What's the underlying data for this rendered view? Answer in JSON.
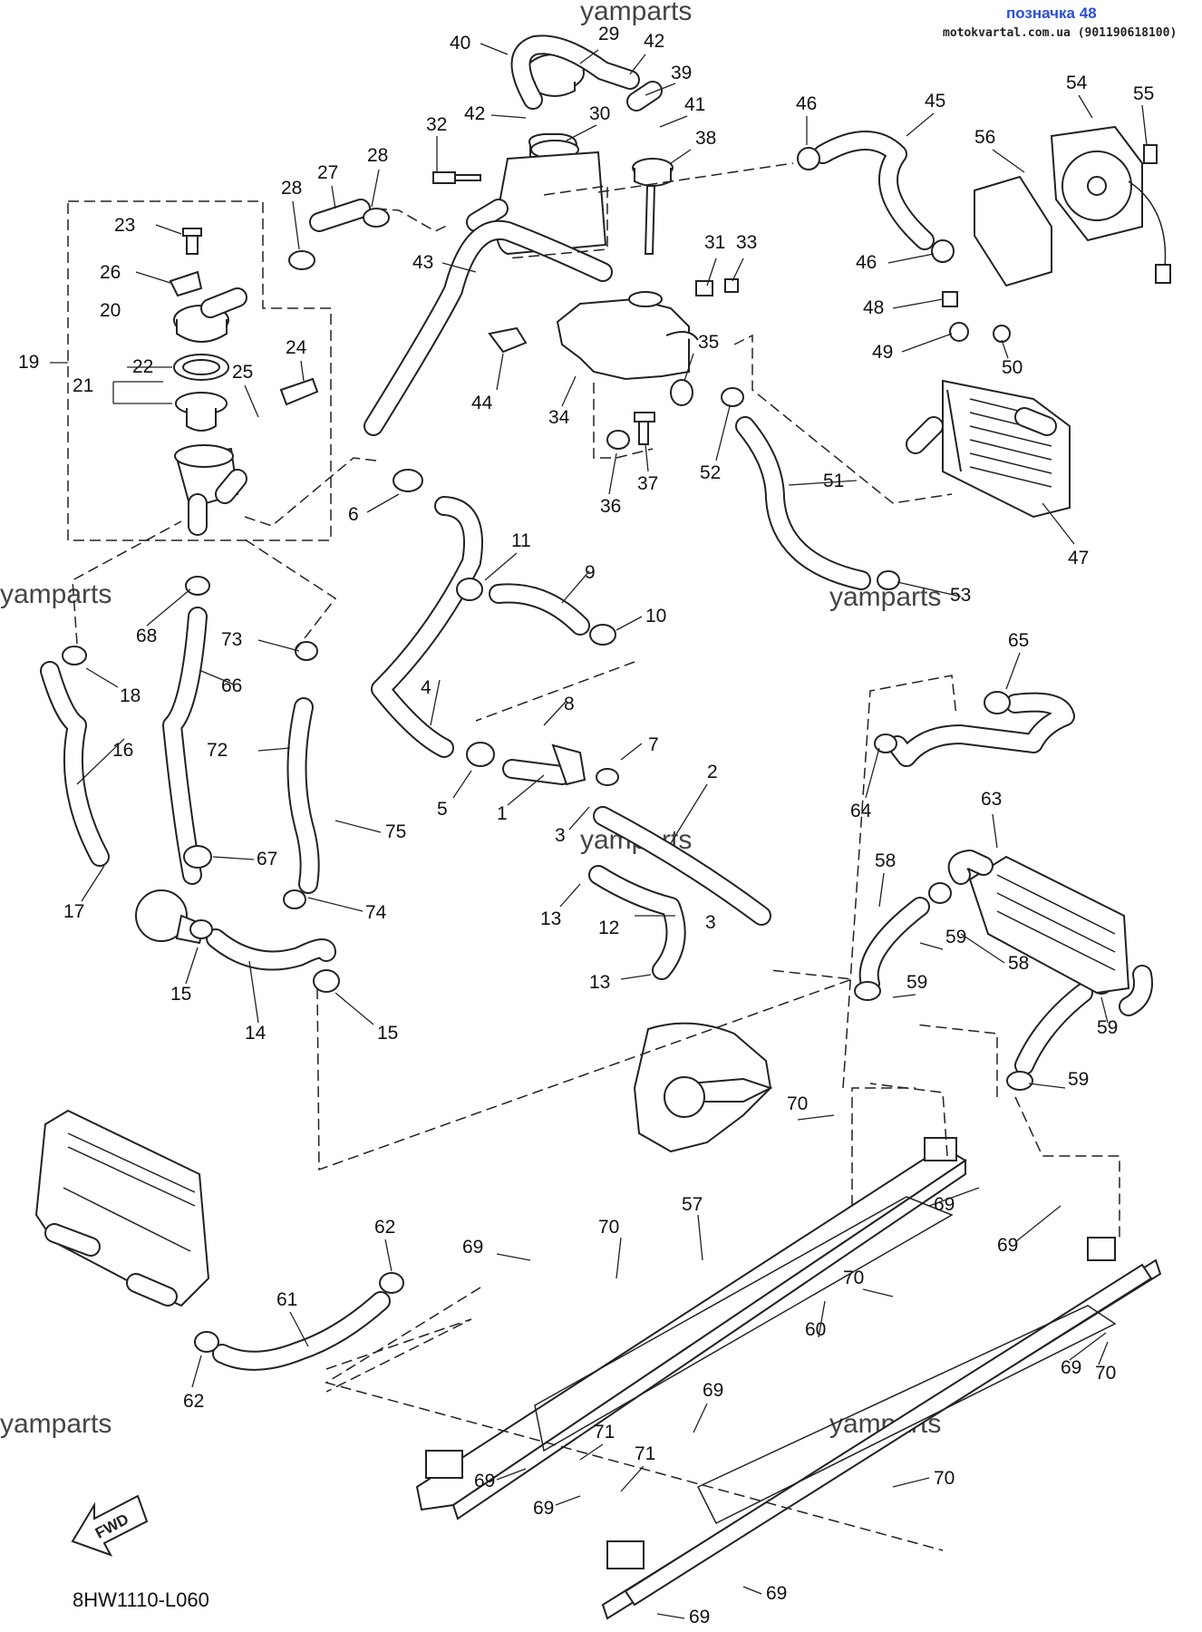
{
  "header": {
    "badge_title": "позначка 48",
    "badge_site": "motokvartal.com.ua (901190618100)"
  },
  "watermark": "yamparts",
  "footer": {
    "diagram_code": "8HW1110-L060",
    "fwd_label": "FWD"
  },
  "callouts": [
    "1",
    "2",
    "3",
    "3",
    "4",
    "5",
    "6",
    "7",
    "8",
    "9",
    "10",
    "11",
    "12",
    "13",
    "13",
    "14",
    "15",
    "15",
    "16",
    "17",
    "18",
    "19",
    "20",
    "21",
    "22",
    "23",
    "24",
    "25",
    "26",
    "27",
    "28",
    "28",
    "29",
    "30",
    "31",
    "32",
    "33",
    "34",
    "35",
    "36",
    "37",
    "38",
    "39",
    "40",
    "41",
    "42",
    "42",
    "43",
    "44",
    "45",
    "46",
    "46",
    "47",
    "48",
    "49",
    "50",
    "51",
    "52",
    "53",
    "54",
    "55",
    "56",
    "57",
    "58",
    "58",
    "59",
    "59",
    "59",
    "59",
    "60",
    "61",
    "62",
    "62",
    "63",
    "64",
    "65",
    "66",
    "67",
    "68",
    "69",
    "69",
    "69",
    "69",
    "69",
    "69",
    "69",
    "69",
    "69",
    "70",
    "70",
    "70",
    "70",
    "70",
    "71",
    "71",
    "72",
    "73",
    "74",
    "75"
  ]
}
